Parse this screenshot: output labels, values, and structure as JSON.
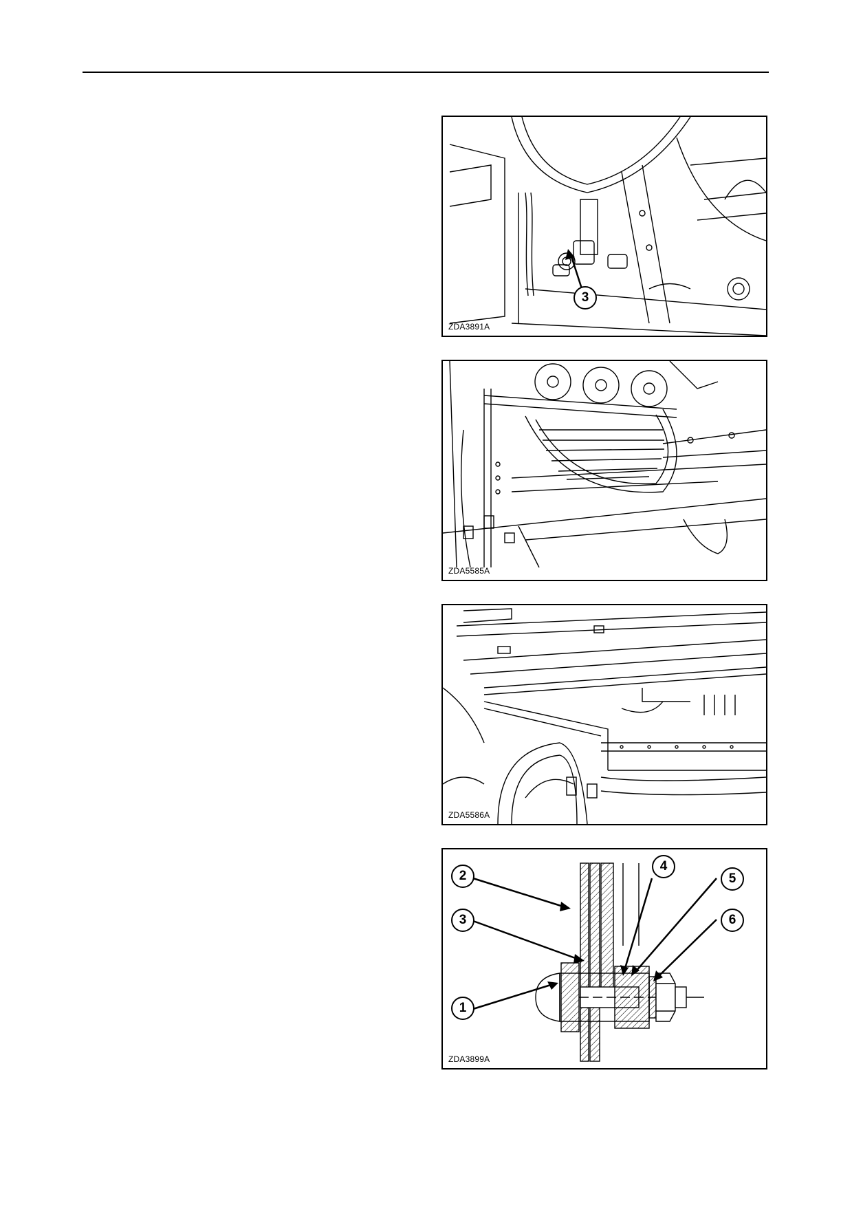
{
  "figures": [
    {
      "id": "ZDA3891A",
      "callouts": [
        "3"
      ]
    },
    {
      "id": "ZDA5585A",
      "callouts": []
    },
    {
      "id": "ZDA5586A",
      "callouts": []
    },
    {
      "id": "ZDA3899A",
      "callouts": [
        "1",
        "2",
        "3",
        "4",
        "5",
        "6"
      ]
    }
  ]
}
